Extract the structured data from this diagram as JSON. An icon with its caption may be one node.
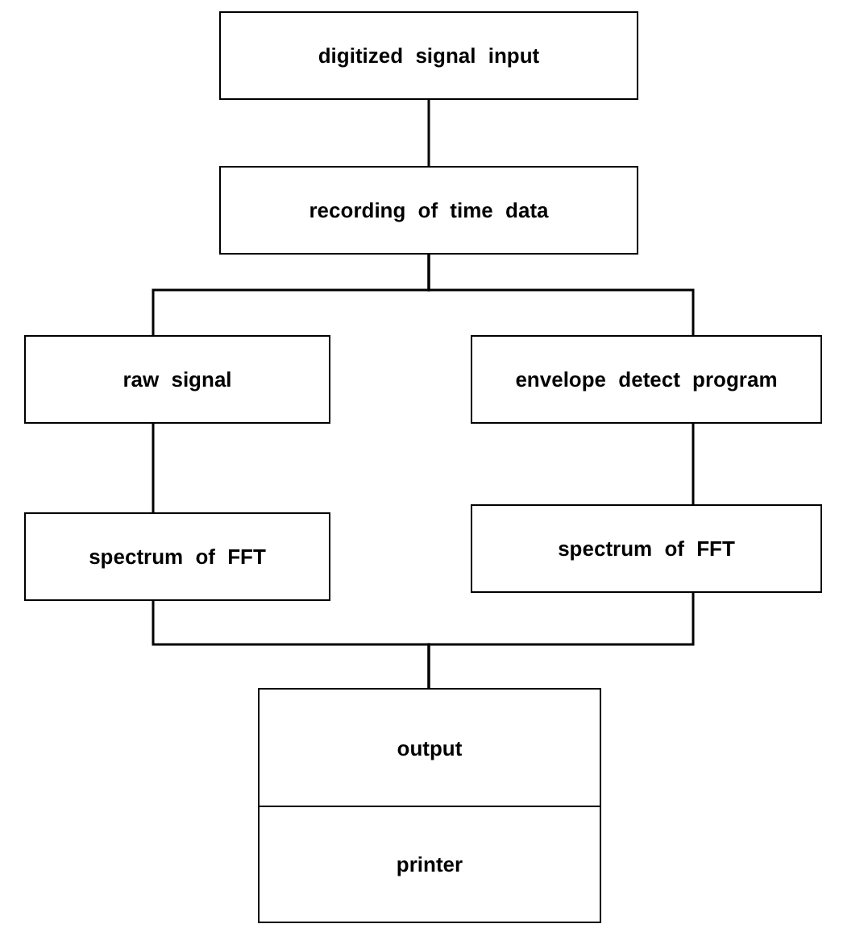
{
  "diagram": {
    "nodes": [
      {
        "text": [
          "digitized signal input"
        ]
      },
      {
        "text": [
          "recording of time data"
        ]
      },
      {
        "text": [
          "raw signal"
        ]
      },
      {
        "text": [
          "envelope detect program"
        ]
      },
      {
        "text": [
          "spectrum of FFT"
        ]
      },
      {
        "text": [
          "spectrum of FFT"
        ]
      },
      {
        "text": [
          "output"
        ]
      },
      {
        "text": [
          "printer"
        ]
      }
    ],
    "edges": [
      {
        "from": 0,
        "to": 1,
        "arrow": "none"
      },
      {
        "from": 1,
        "to": 2,
        "arrow": "none"
      },
      {
        "from": 1,
        "to": 3,
        "arrow": "none"
      },
      {
        "from": 2,
        "to": 4,
        "arrow": "none"
      },
      {
        "from": 3,
        "to": 5,
        "arrow": "none"
      },
      {
        "from": 4,
        "to": 6,
        "arrow": "none"
      },
      {
        "from": 5,
        "to": 6,
        "arrow": "none"
      }
    ]
  }
}
